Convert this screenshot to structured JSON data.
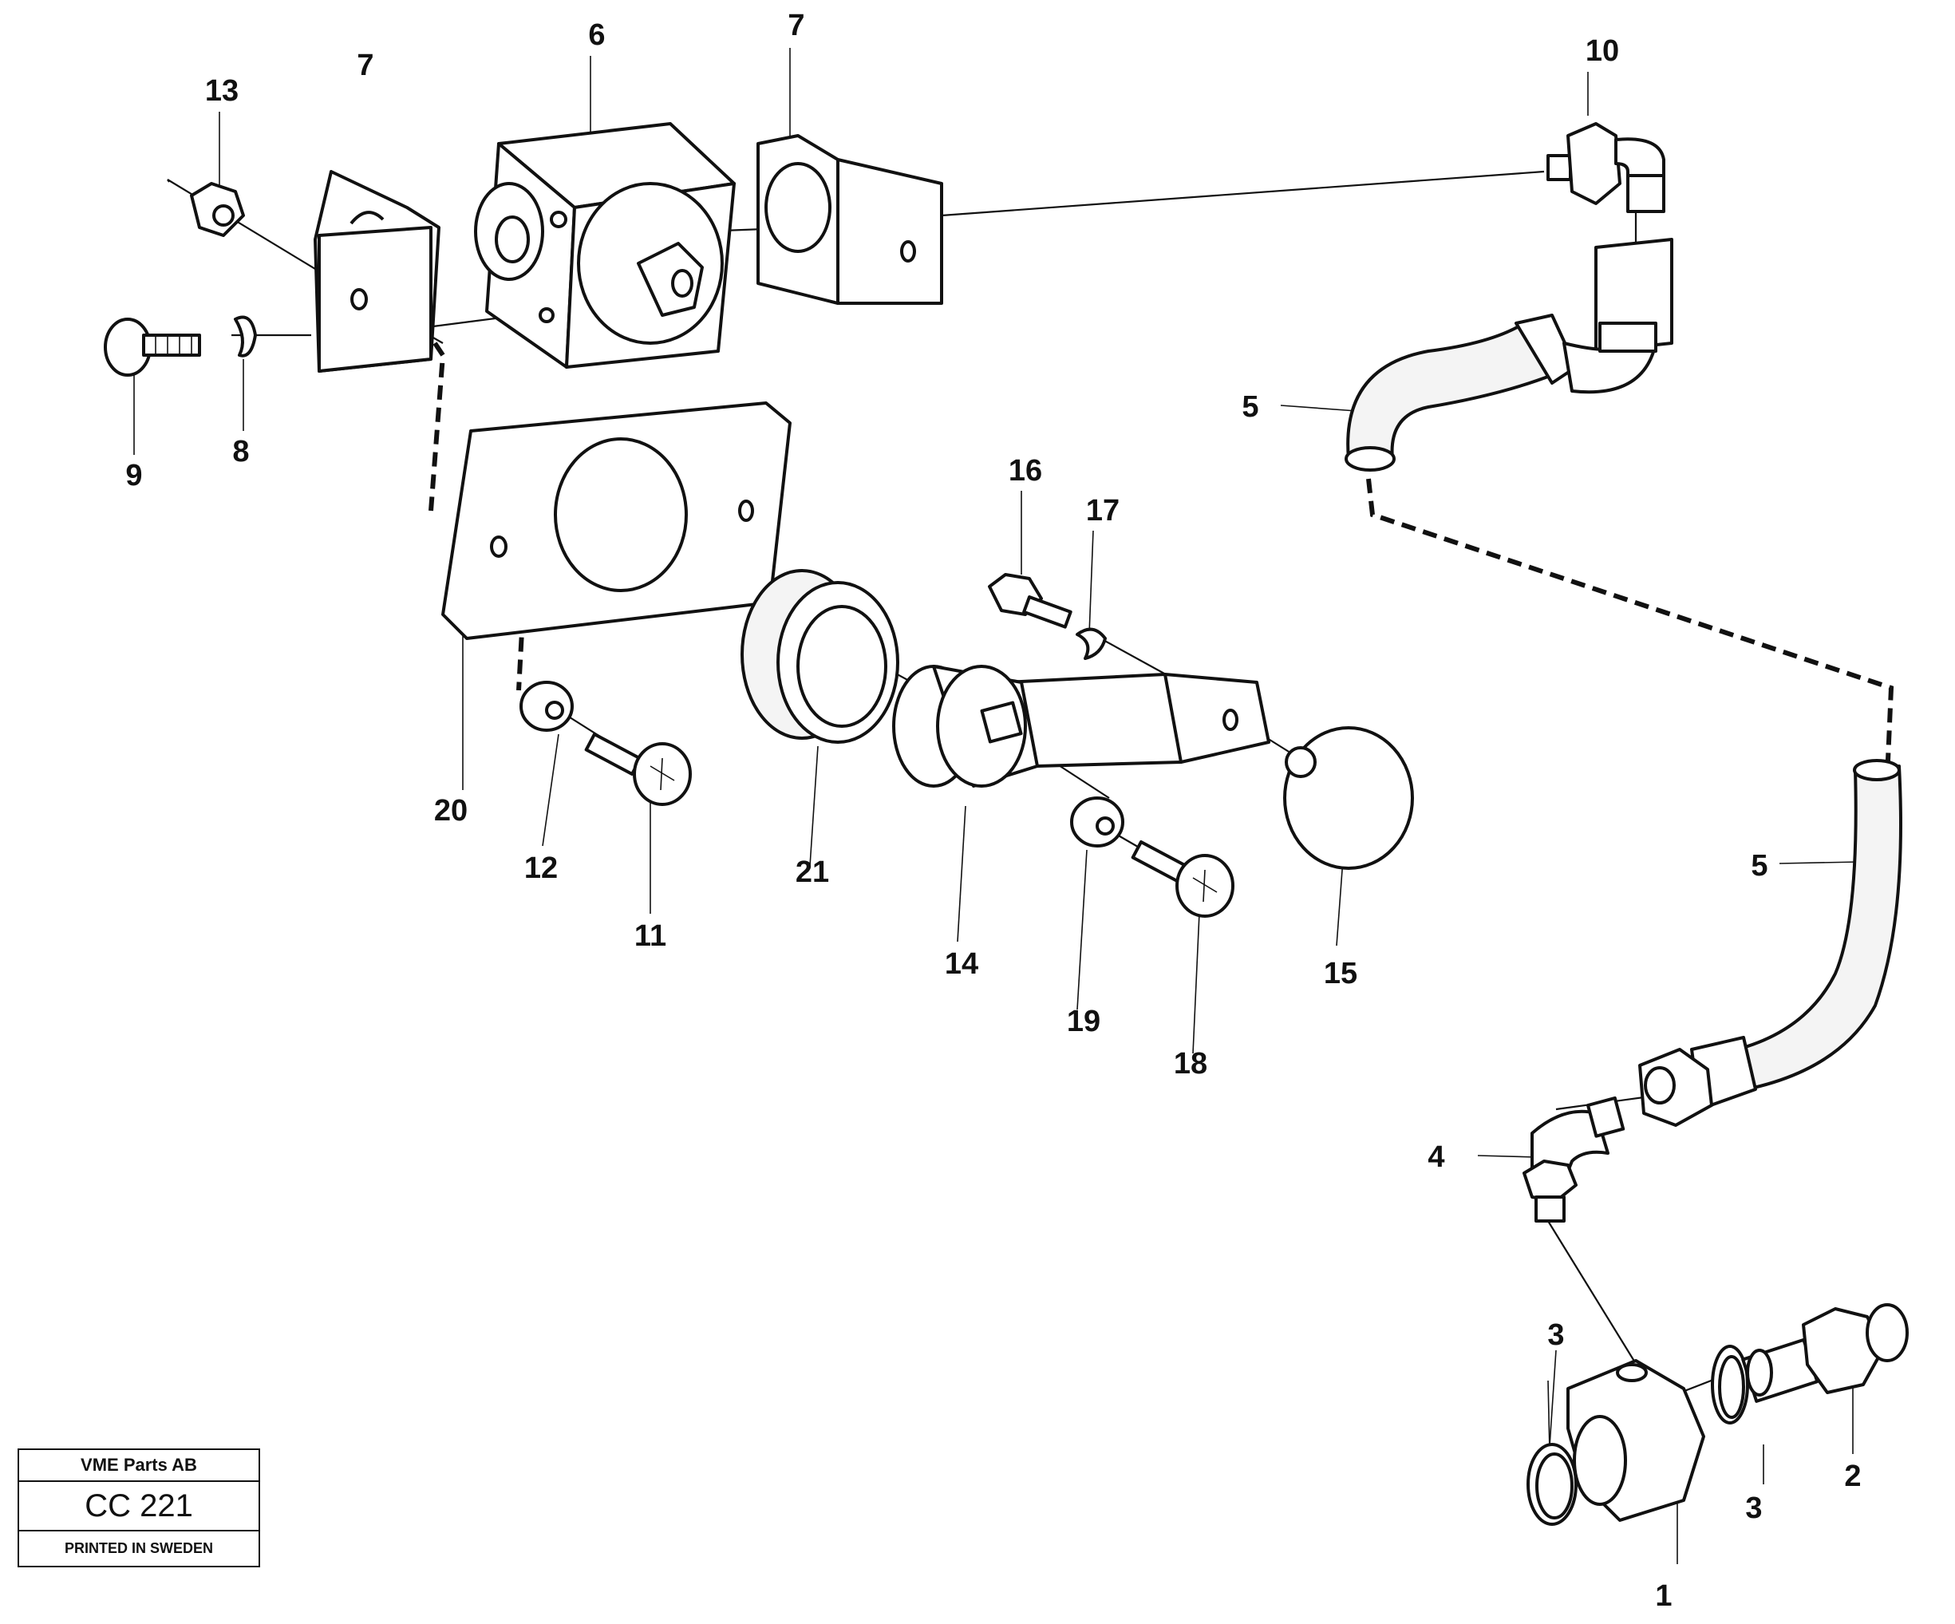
{
  "callouts": [
    {
      "id": "1",
      "label": "1"
    },
    {
      "id": "2",
      "label": "2"
    },
    {
      "id": "3a",
      "label": "3"
    },
    {
      "id": "3b",
      "label": "3"
    },
    {
      "id": "4",
      "label": "4"
    },
    {
      "id": "5a",
      "label": "5"
    },
    {
      "id": "5b",
      "label": "5"
    },
    {
      "id": "6",
      "label": "6"
    },
    {
      "id": "7a",
      "label": "7"
    },
    {
      "id": "7b",
      "label": "7"
    },
    {
      "id": "8",
      "label": "8"
    },
    {
      "id": "9",
      "label": "9"
    },
    {
      "id": "10",
      "label": "10"
    },
    {
      "id": "11",
      "label": "11"
    },
    {
      "id": "12",
      "label": "12"
    },
    {
      "id": "13",
      "label": "13"
    },
    {
      "id": "14",
      "label": "14"
    },
    {
      "id": "15",
      "label": "15"
    },
    {
      "id": "16",
      "label": "16"
    },
    {
      "id": "17",
      "label": "17"
    },
    {
      "id": "18",
      "label": "18"
    },
    {
      "id": "19",
      "label": "19"
    },
    {
      "id": "20",
      "label": "20"
    },
    {
      "id": "21",
      "label": "21"
    }
  ],
  "title_block": {
    "company": "VME Parts AB",
    "code": "CC 221",
    "printed": "PRINTED IN SWEDEN"
  }
}
